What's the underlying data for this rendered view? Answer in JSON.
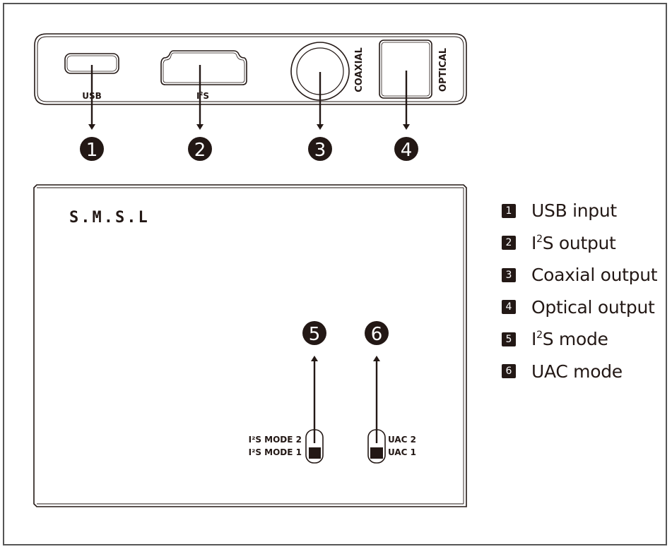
{
  "front_panel": {
    "ports": [
      {
        "id": 1,
        "label": "USB"
      },
      {
        "id": 2,
        "label_base": "I",
        "label_sup": "2",
        "label_rest": "S"
      },
      {
        "id": 3,
        "label": "COAXIAL"
      },
      {
        "id": 4,
        "label": "OPTICAL"
      }
    ]
  },
  "callouts": [
    "1",
    "2",
    "3",
    "4",
    "5",
    "6"
  ],
  "top_panel": {
    "brand": "S.M.S.L",
    "switch_i2s": {
      "upper_label": "I²S MODE 2",
      "lower_label": "I²S MODE 1",
      "position": "lower"
    },
    "switch_uac": {
      "upper_label": "UAC 2",
      "lower_label": "UAC 1",
      "position": "lower"
    }
  },
  "legend": [
    {
      "number": "1",
      "label": "USB input"
    },
    {
      "number": "2",
      "label_base": "I",
      "label_sup": "2",
      "label_rest": "S output"
    },
    {
      "number": "3",
      "label": "Coaxial output"
    },
    {
      "number": "4",
      "label": "Optical output"
    },
    {
      "number": "5",
      "label_base": "I",
      "label_sup": "2",
      "label_rest": "S mode"
    },
    {
      "number": "6",
      "label": "UAC mode"
    }
  ]
}
